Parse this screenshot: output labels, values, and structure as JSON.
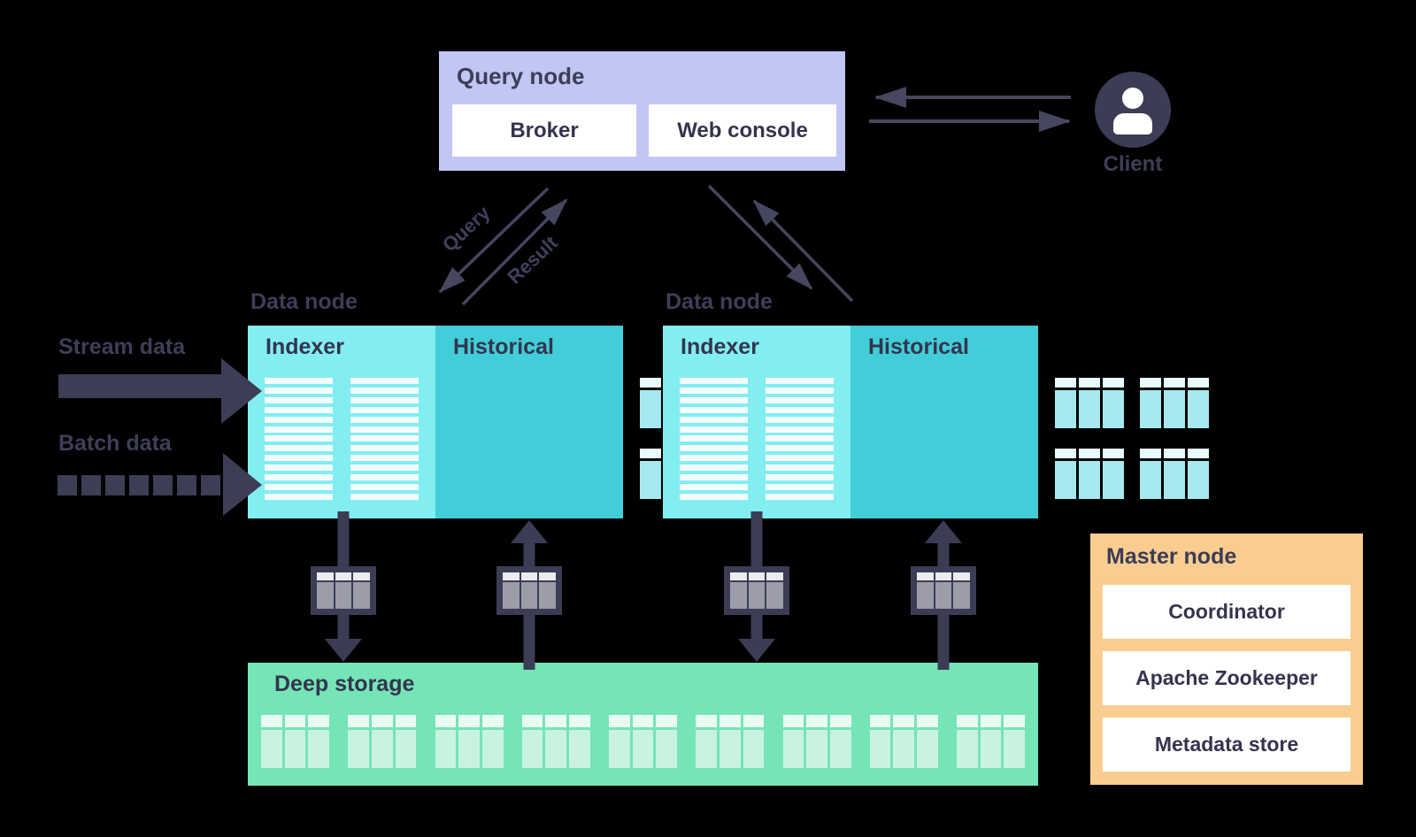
{
  "query_node": {
    "title": "Query node",
    "broker_label": "Broker",
    "web_console_label": "Web console"
  },
  "client": {
    "label": "Client"
  },
  "arrow_labels": {
    "query": "Query",
    "result": "Result"
  },
  "inputs": {
    "stream": "Stream data",
    "batch": "Batch data"
  },
  "data_nodes": [
    {
      "title": "Data node",
      "indexer_label": "Indexer",
      "historical_label": "Historical"
    },
    {
      "title": "Data node",
      "indexer_label": "Indexer",
      "historical_label": "Historical"
    }
  ],
  "deep_storage": {
    "title": "Deep storage"
  },
  "master_node": {
    "title": "Master node",
    "items": [
      "Coordinator",
      "Apache Zookeeper",
      "Metadata store"
    ]
  },
  "colors": {
    "background": "#000000",
    "query_node_bg": "#c1c6f4",
    "indexer_bg": "#82eef2",
    "historical_bg": "#41ced8",
    "deep_storage_bg": "#75e4b6",
    "master_node_bg": "#f9cd90",
    "dark_navy": "#3c3c55",
    "white_box": "#ffffff"
  },
  "graphics": {
    "indexer_stripe_count": 13,
    "historical_table_count": 4,
    "deep_storage_table_count": 9,
    "batch_dash_count": 7,
    "segment_icon_count": 4
  }
}
